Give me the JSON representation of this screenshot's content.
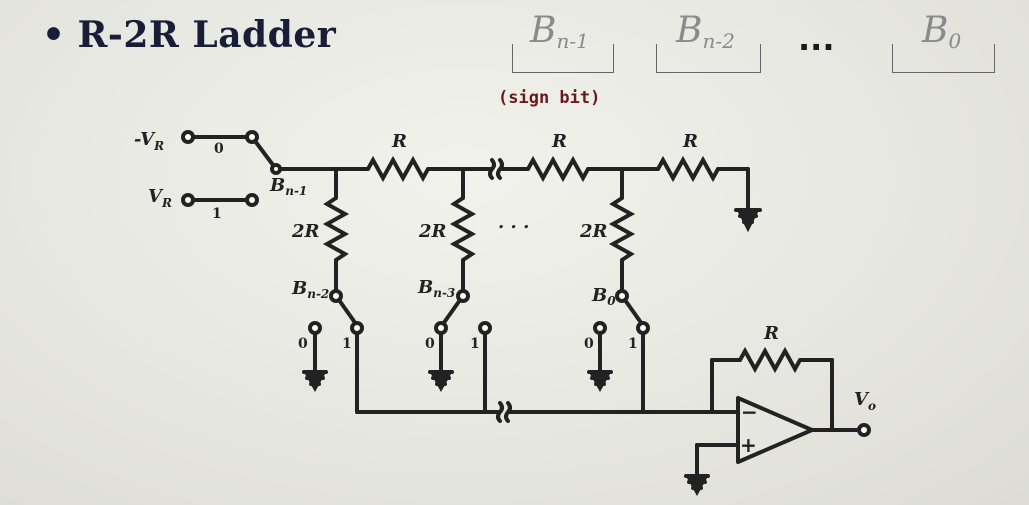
{
  "slide": {
    "bullet": "•",
    "title": "R-2R Ladder",
    "sign_bit_note": "(sign bit)",
    "ellipsis": "..."
  },
  "bits": [
    {
      "base": "B",
      "sub": "n-1"
    },
    {
      "base": "B",
      "sub": "n-2"
    },
    {
      "base": "B",
      "sub": "0"
    }
  ],
  "circuit": {
    "neg_ref": {
      "sign": "-",
      "base": "V",
      "sub": "R"
    },
    "pos_ref": {
      "base": "V",
      "sub": "R"
    },
    "zero": "0",
    "one": "1",
    "series_resistor": "R",
    "shunt_resistor": "2R",
    "feedback_resistor": "R",
    "dots": ". . .",
    "switches": [
      {
        "base": "B",
        "sub": "n-1"
      },
      {
        "base": "B",
        "sub": "n-2"
      },
      {
        "base": "B",
        "sub": "n-3"
      },
      {
        "base": "B",
        "sub": "0"
      }
    ],
    "opamp_minus": "−",
    "opamp_plus": "+",
    "output": {
      "base": "V",
      "sub": "o"
    }
  }
}
